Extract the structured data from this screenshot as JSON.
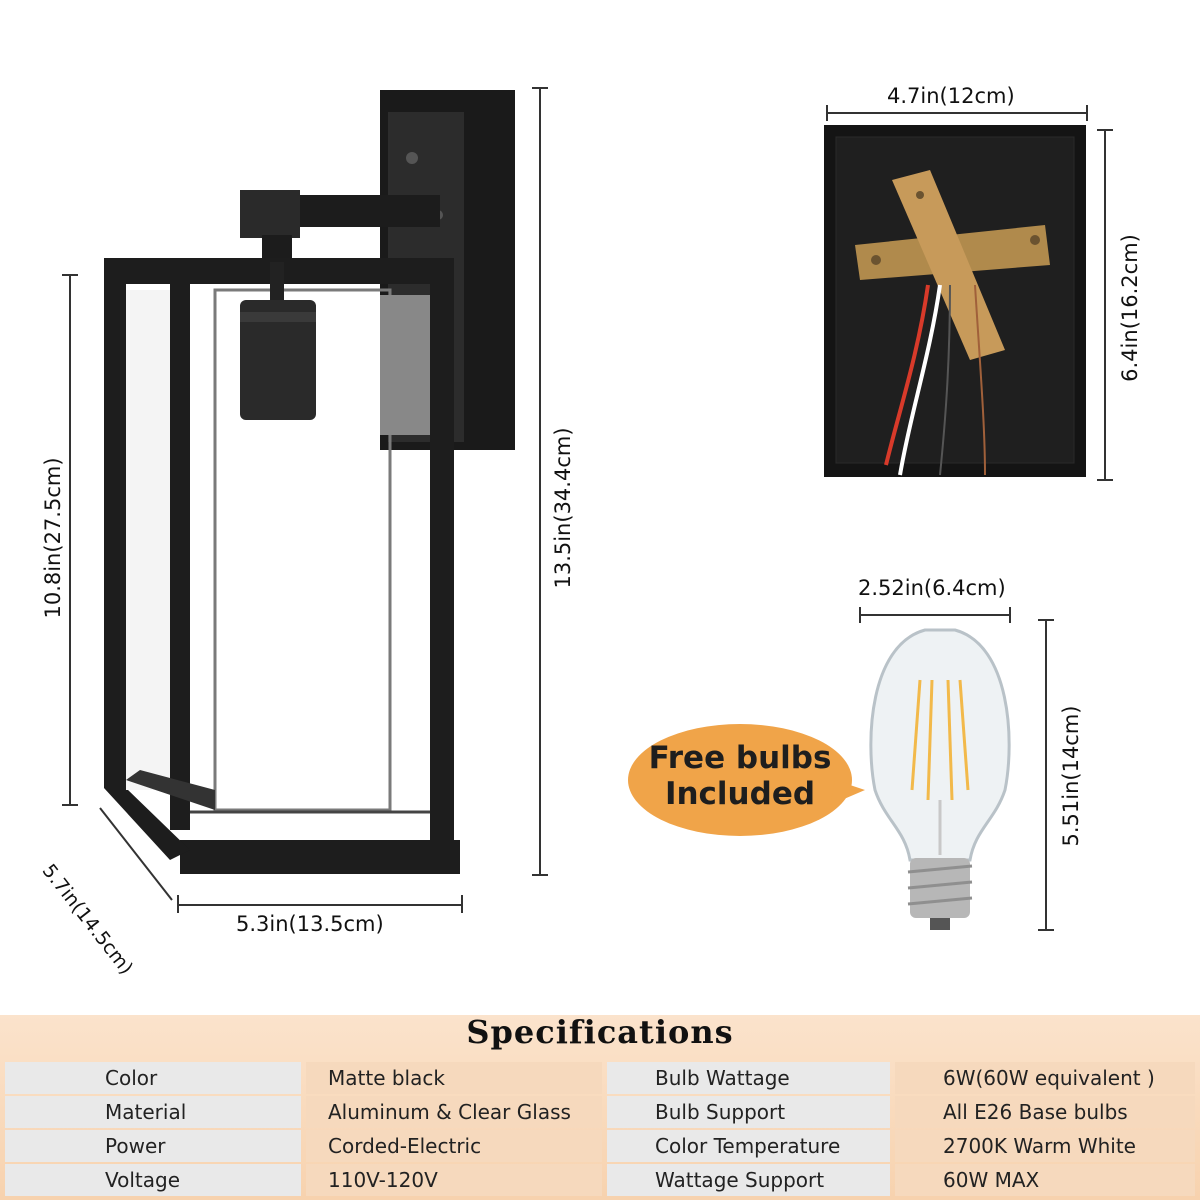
{
  "lamp": {
    "height_full": "13.5in(34.4cm)",
    "height_lantern": "10.8in(27.5cm)",
    "width": "5.3in(13.5cm)",
    "depth": "5.7in(14.5cm)"
  },
  "backplate": {
    "width": "4.7in(12cm)",
    "height": "6.4in(16.2cm)"
  },
  "bulb": {
    "width": "2.52in(6.4cm)",
    "height": "5.51in(14cm)",
    "badge_line1": "Free bulbs",
    "badge_line2": "Included"
  },
  "specifications": {
    "title": "Specifications",
    "rows": [
      {
        "label": "Color",
        "value": "Matte black",
        "label2": "Bulb Wattage",
        "value2": "6W(60W equivalent )"
      },
      {
        "label": "Material",
        "value": "Aluminum & Clear Glass",
        "label2": "Bulb Support",
        "value2": "All E26 Base bulbs"
      },
      {
        "label": "Power",
        "value": "Corded-Electric",
        "label2": "Color Temperature",
        "value2": "2700K Warm White"
      },
      {
        "label": "Voltage",
        "value": "110V-120V",
        "label2": "Wattage Support",
        "value2": "60W MAX"
      }
    ]
  },
  "colors": {
    "frame": "#1c1c1c",
    "badge": "#f0a449",
    "spec_band": "#f7d2ae",
    "label_cell": "#e9e9e9"
  }
}
